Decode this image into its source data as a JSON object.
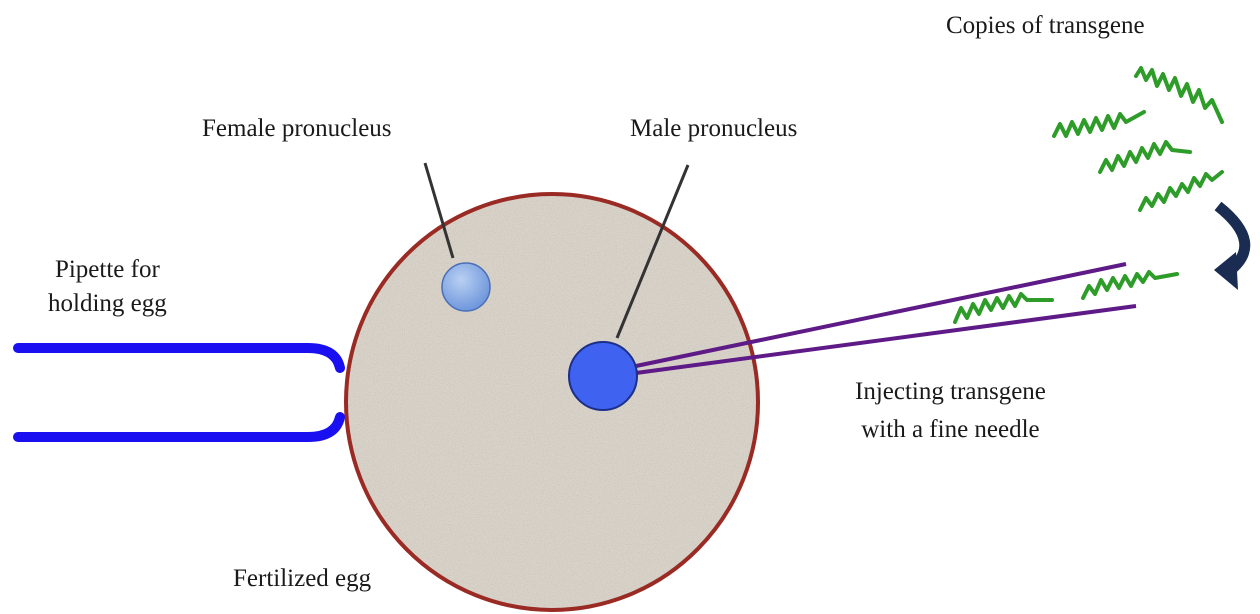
{
  "labels": {
    "copies_of_transgene": "Copies of transgene",
    "female_pronucleus": "Female pronucleus",
    "male_pronucleus": "Male pronucleus",
    "pipette_line1": "Pipette for",
    "pipette_line2": "holding egg",
    "injecting_line1": "Injecting transgene",
    "injecting_line2": "with a fine needle",
    "fertilized_egg": "Fertilized egg"
  },
  "colors": {
    "egg_fill": "#d8d2c8",
    "egg_outline": "#9a2b24",
    "pipette": "#1a0ff0",
    "male_pronucleus": "#3f62f0",
    "female_pronucleus": "#8ab0e8",
    "needle": "#5e1a86",
    "transgene": "#2e9c28",
    "arrow": "#1a2c52",
    "pointer_line": "#333333"
  }
}
